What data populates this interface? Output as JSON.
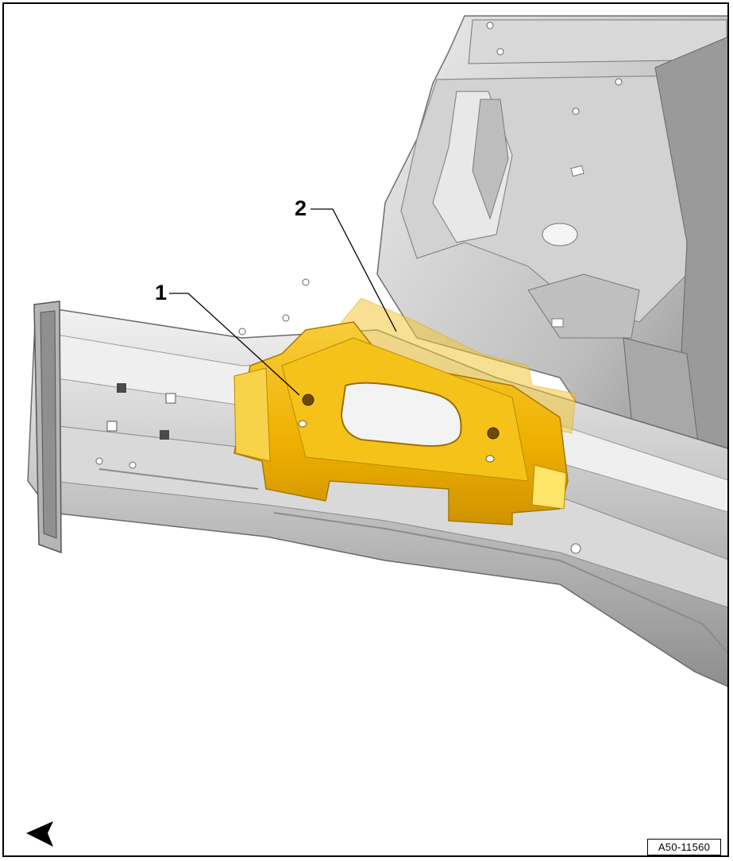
{
  "callouts": [
    {
      "label": "1"
    },
    {
      "label": "2"
    }
  ],
  "figure_reference": "A50-11560",
  "colors": {
    "steel": "#c9c9c9",
    "steel_light": "#e6e6e6",
    "steel_dark": "#8a8a8a",
    "bracket": "#f0b400",
    "reinforcement_translucent": "#f2c63a",
    "frame": "#000000"
  },
  "icons": [
    "direction-arrow-icon"
  ]
}
